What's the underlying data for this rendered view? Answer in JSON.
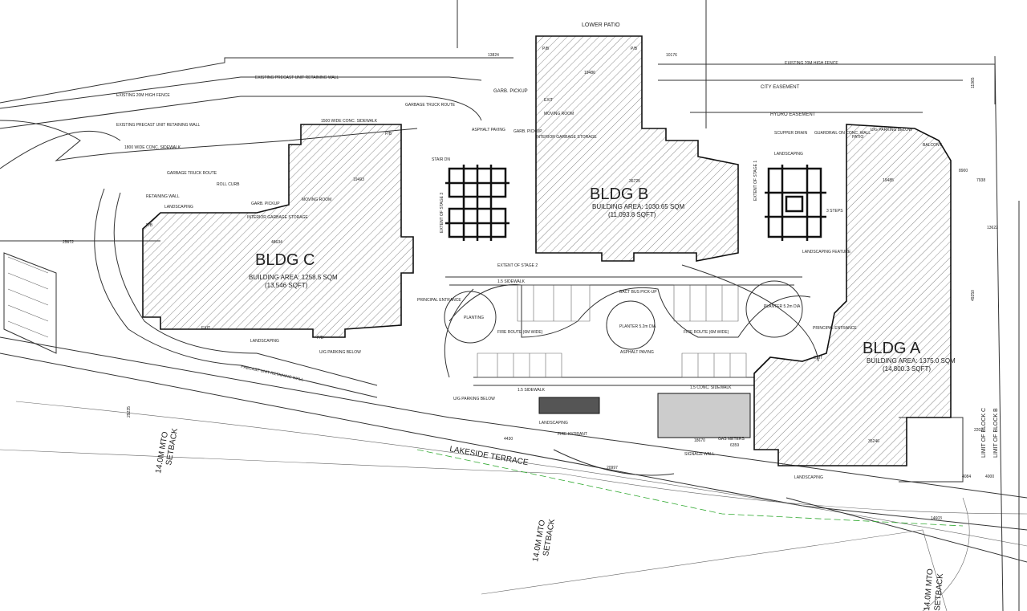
{
  "buildings": {
    "a": {
      "name": "BLDG A",
      "area": "BUILDING AREA: 1375.0 SQM",
      "area_sqft": "(14,800.3 SQFT)"
    },
    "b": {
      "name": "BLDG B",
      "area": "BUILDING AREA: 1030.65 SQM",
      "area_sqft": "(11,093.8 SQFT)"
    },
    "c": {
      "name": "BLDG C",
      "area": "BUILDING AREA: 1258.5 SQM",
      "area_sqft": "(13,546 SQFT)"
    }
  },
  "labels": {
    "lower_patio": "LOWER PATIO",
    "fence_top": "EXISTING 20M HIGH FENCE",
    "fence_left": "EXISTING 20M HIGH FENCE",
    "precast_wall_1": "EXISTING PRECAST UNIT RETAINING WALL",
    "precast_wall_2": "EXISTING PRECAST UNIT RETAINING WALL",
    "precast_wall_low": "PRECAST UNIT RETAINING WALL",
    "city_easement": "CITY EASEMENT",
    "hydro_easement": "HYDRO EASEMENT",
    "garbage_truck_1": "GARBAGE TRUCK ROUTE",
    "garbage_truck_2": "GARBAGE TRUCK ROUTE",
    "sidewalk_1500": "1500 WIDE CONC. SIDEWALK",
    "sidewalk_1800": "1800 WIDE CONC. SIDEWALK",
    "garb_pickup_1": "GARB. PICKUP",
    "garb_pickup_2": "GARB. PICKUP",
    "garb_pickup_3": "GARB. PICKUP",
    "moving_room_1": "MOVING ROOM",
    "moving_room_2": "MOVING ROOM",
    "interior_garbage_1": "INTERIOR GARBAGE STORAGE",
    "interior_garbage_2": "INTERIOR GARBAGE STORAGE",
    "landscaping": "LANDSCAPING",
    "landscaping_feature": "LANDSCAPING FEATURE",
    "planting": "PLANTING",
    "planter_1": "PLANTER 5.2m DIA",
    "planter_2": "PLANTER 5.2m DIA",
    "stage_1": "EXTENT OF STAGE 1",
    "stage_2": "EXTENT OF STAGE 2",
    "stage_3": "EXTENT OF STAGE 3",
    "principal_entrance_1": "PRINCIPAL ENTRANCE",
    "principal_entrance_2": "PRINCIPAL ENTRANCE",
    "fire_route_1": "FIRE ROUTE (6M WIDE)",
    "fire_route_2": "FIRE ROUTE (6M WIDE)",
    "fire_hydrant": "FIRE HYDRANT",
    "gas_meters": "GAS METERS",
    "signage_wall": "SIGNAGE WALL",
    "lakeside": "LAKESIDE TERRACE",
    "mto_1": "14.0M MTO",
    "mto_1b": "SETBACK",
    "mto_2": "14.0M MTO",
    "mto_2b": "SETBACK",
    "mto_3": "14.0M MTO",
    "mto_3b": "SETBACK",
    "retaining_wall": "RETAINING WALL",
    "roll_curb": "ROLL CURB",
    "balcony": "BALCONY",
    "patio": "PATIO",
    "scupper": "SCUPPER DRAIN",
    "guardrail": "GUARDRAIL ON CONC. WALL",
    "ug_parking_below": "U/G PARKING BELOW",
    "bact_bus": "BACT BUS PICK-UP",
    "asphalt_paving_1": "ASPHALT PAVING",
    "asphalt_paving_2": "ASPHALT PAVING",
    "sidewalk_15": "1.5 SIDEWALK",
    "sidewalk_15b": "1.5 SIDEWALK",
    "sidewalk_conc": "1.5 CONC. SIDEWALK",
    "steps": "3 STEPS",
    "limit_block": "LIMIT OF BLOCK B",
    "limit_block_c": "LIMIT OF BLOCK C",
    "exit": "EXIT",
    "stair_dn": "STAIR DN",
    "pb": "P/B"
  },
  "dimensions": [
    "13824",
    "10176",
    "19486",
    "36725",
    "19493",
    "48634",
    "25672",
    "19485",
    "7938",
    "13622",
    "49250",
    "11965",
    "8900",
    "29235",
    "18670",
    "6359",
    "20997",
    "4430",
    "35246",
    "14603",
    "4000",
    "4084",
    "2202"
  ]
}
